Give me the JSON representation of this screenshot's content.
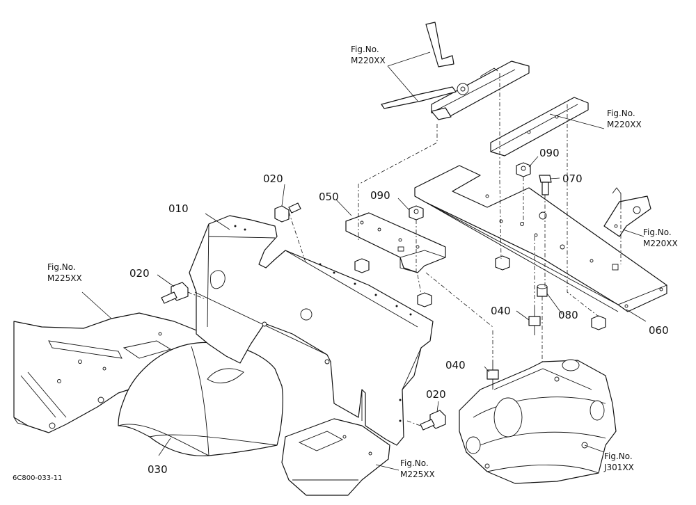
{
  "diagram": {
    "drawing_code": "6C800-033-11",
    "parts": [
      {
        "key": "p010",
        "number": "010"
      },
      {
        "key": "p020a",
        "number": "020"
      },
      {
        "key": "p020b",
        "number": "020"
      },
      {
        "key": "p020c",
        "number": "020"
      },
      {
        "key": "p030",
        "number": "030"
      },
      {
        "key": "p040a",
        "number": "040"
      },
      {
        "key": "p040b",
        "number": "040"
      },
      {
        "key": "p050",
        "number": "050"
      },
      {
        "key": "p060",
        "number": "060"
      },
      {
        "key": "p070",
        "number": "070"
      },
      {
        "key": "p080",
        "number": "080"
      },
      {
        "key": "p090a",
        "number": "090"
      },
      {
        "key": "p090b",
        "number": "090"
      }
    ],
    "figure_refs": [
      {
        "line1": "Fig.No.",
        "line2": "M220XX"
      },
      {
        "line1": "Fig.No.",
        "line2": "M220XX"
      },
      {
        "line1": "Fig.No.",
        "line2": "M220XX"
      },
      {
        "line1": "Fig.No.",
        "line2": "M225XX"
      },
      {
        "line1": "Fig.No.",
        "line2": "M225XX"
      },
      {
        "line1": "Fig.No.",
        "line2": "J301XX"
      }
    ]
  }
}
